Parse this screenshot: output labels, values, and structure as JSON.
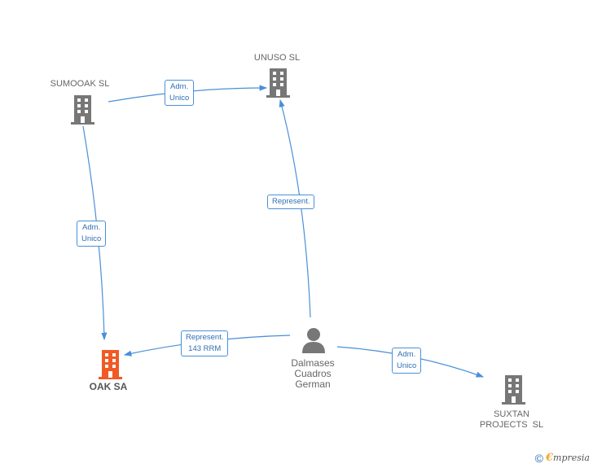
{
  "colors": {
    "edge": "#4a90d9",
    "company_icon": "#777777",
    "main_icon": "#f15a24",
    "person_icon": "#777777"
  },
  "nodes": {
    "sumooak": {
      "label": "SUMOOAK SL",
      "icon": "building-icon"
    },
    "unuso": {
      "label": "UNUSO SL",
      "icon": "building-icon"
    },
    "oak": {
      "label": "OAK SA",
      "icon": "building-icon"
    },
    "person": {
      "label_lines": [
        "Dalmases",
        "Cuadros",
        "German"
      ],
      "icon": "person-icon"
    },
    "suxtan": {
      "label_lines": [
        "SUXTAN",
        "PROJECTS  SL"
      ],
      "icon": "building-icon"
    }
  },
  "edges": [
    {
      "from": "sumooak",
      "to": "unuso",
      "label_lines": [
        "Adm.",
        "Unico"
      ]
    },
    {
      "from": "sumooak",
      "to": "oak",
      "label_lines": [
        "Adm.",
        "Unico"
      ]
    },
    {
      "from": "person",
      "to": "unuso",
      "label_lines": [
        "Represent."
      ]
    },
    {
      "from": "person",
      "to": "oak",
      "label_lines": [
        "Represent.",
        "143 RRM"
      ]
    },
    {
      "from": "person",
      "to": "suxtan",
      "label_lines": [
        "Adm.",
        "Unico"
      ]
    }
  ],
  "footer": {
    "copyright": "©",
    "brand_initial": "€",
    "brand_rest": "mpresia"
  }
}
